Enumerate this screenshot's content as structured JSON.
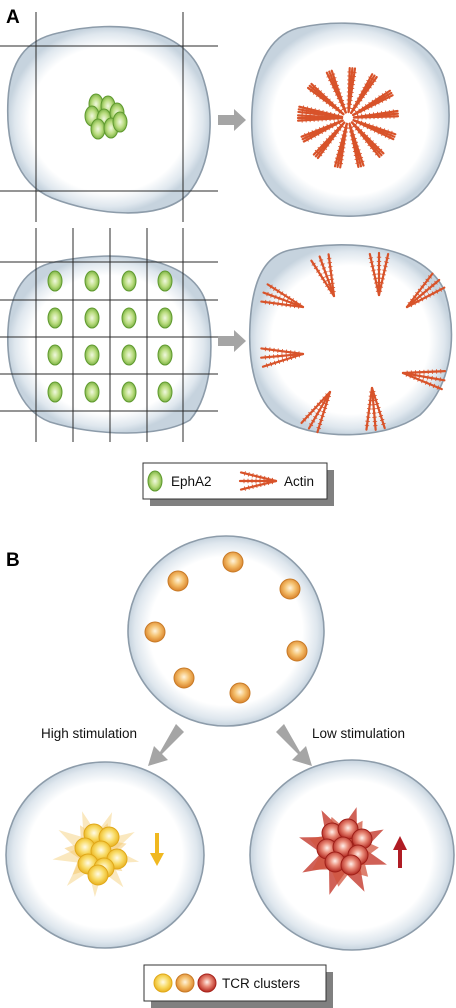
{
  "panels": {
    "a": {
      "letter": "A"
    },
    "b": {
      "letter": "B"
    }
  },
  "labels": {
    "high_stimulation": "High stimulation",
    "low_stimulation": "Low stimulation"
  },
  "legend_a": {
    "epha2": "EphA2",
    "actin": "Actin"
  },
  "legend_b": {
    "tcr": "TCR clusters"
  },
  "colors": {
    "cell_fill": "#e8eef3",
    "cell_edge": "#9aa8b5",
    "epha2_fill": "#a6d26a",
    "epha2_edge": "#5f9a2e",
    "actin": "#d8532a",
    "arrow_gray": "#a0a0a0",
    "tcr_orange": "#e8a04a",
    "tcr_yellow": "#f5cd4a",
    "tcr_red": "#c73a2a",
    "arrow_down": "#f0b820",
    "arrow_up": "#b01c24"
  }
}
